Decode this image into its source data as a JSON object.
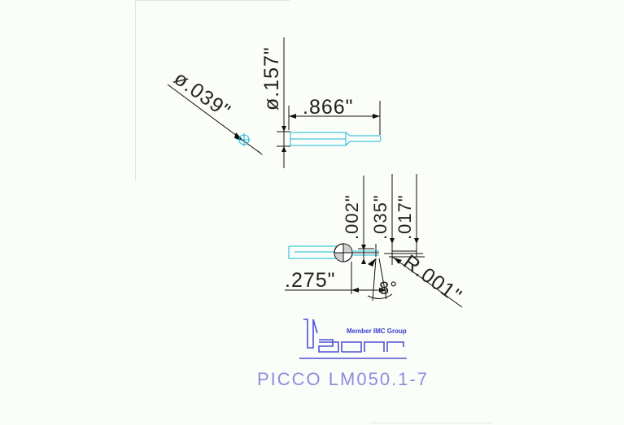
{
  "drawing": {
    "dimensions": {
      "diameter_head": "ø.039\"",
      "diameter_shank": "ø.157\"",
      "length_overall": ".866\"",
      "offset_002": ".002\"",
      "width_035": ".035\"",
      "width_017": ".017\"",
      "length_275": ".275\"",
      "angle": "8°",
      "corner_radius": "R.001\""
    },
    "logo": {
      "member_text": "Member IMC Group",
      "brand": "iscar"
    },
    "part_number": "PICCO LM050.1-7"
  },
  "colors": {
    "background": "#fbfdf8",
    "dimension_lines": "#111111",
    "part_outline": "#18b6d6",
    "logo_outline": "#5050d8",
    "part_number_text": "#8c8ce0"
  }
}
